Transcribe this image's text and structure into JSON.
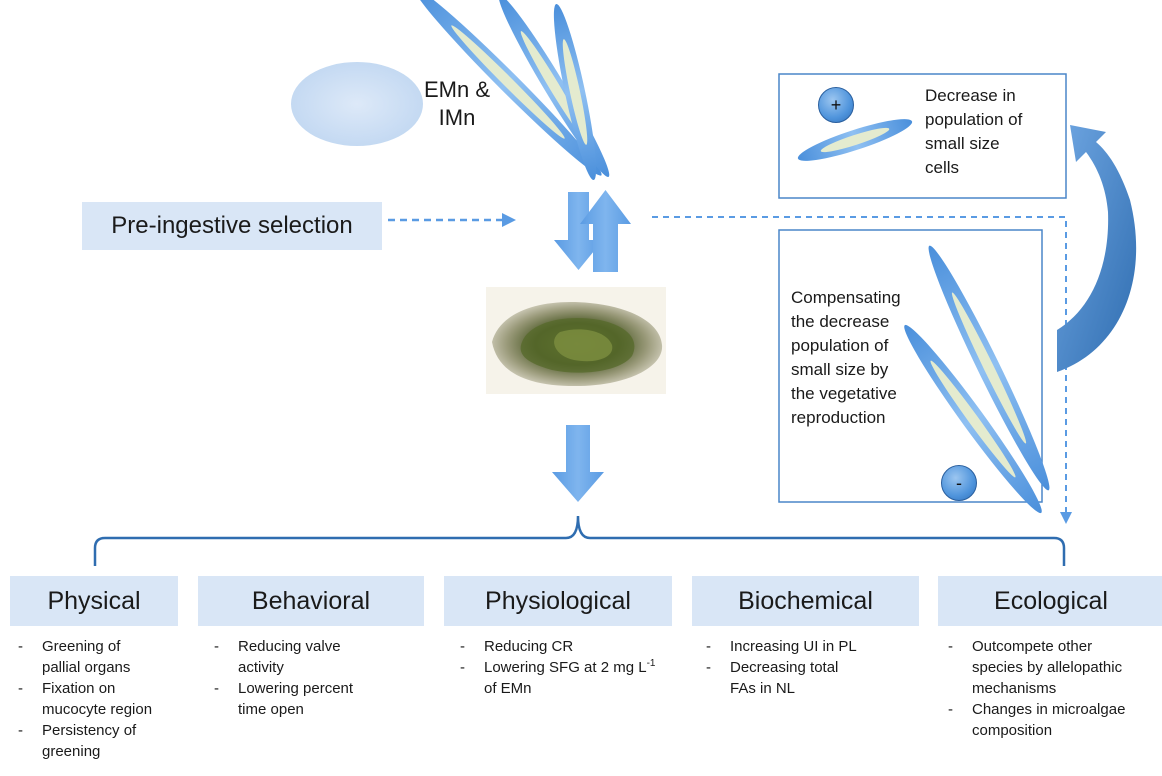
{
  "ellipse_label": [
    "EMn &",
    "IMn"
  ],
  "pre_ingestive": "Pre-ingestive selection",
  "top_right_box": {
    "sign": "+",
    "text": [
      "Decrease in",
      "population of",
      "small size",
      "cells"
    ]
  },
  "mid_right_box": {
    "sign": "-",
    "text": [
      "Compensating",
      "the decrease",
      "population of",
      "small size by",
      "the vegetative",
      "reproduction"
    ]
  },
  "categories": [
    {
      "title": "Physical",
      "items": [
        [
          "Greening of",
          "pallial organs"
        ],
        [
          "Fixation on",
          "mucocyte region"
        ],
        [
          "Persistency of",
          "greening"
        ]
      ]
    },
    {
      "title": "Behavioral",
      "items": [
        [
          "Reducing valve",
          "activity"
        ],
        [
          "Lowering percent",
          "time open"
        ]
      ]
    },
    {
      "title": "Physiological",
      "items": [
        [
          "Reducing CR"
        ],
        [
          "Lowering SFG at 2 mg L",
          "of EMn"
        ]
      ],
      "superscript": "-1"
    },
    {
      "title": "Biochemical",
      "items": [
        [
          "Increasing UI in PL"
        ],
        [
          "Decreasing total",
          "FAs in NL"
        ]
      ]
    },
    {
      "title": "Ecological",
      "items": [
        [
          "Outcompete other",
          "species by allelopathic",
          "mechanisms"
        ],
        [
          "Changes in microalgae",
          "composition"
        ]
      ]
    }
  ],
  "colors": {
    "box_fill": "#d9e6f6",
    "arrow_blue": "#5f9fe3",
    "dark_blue": "#3f7fc4",
    "cell_fill": "#e4ebcf"
  }
}
